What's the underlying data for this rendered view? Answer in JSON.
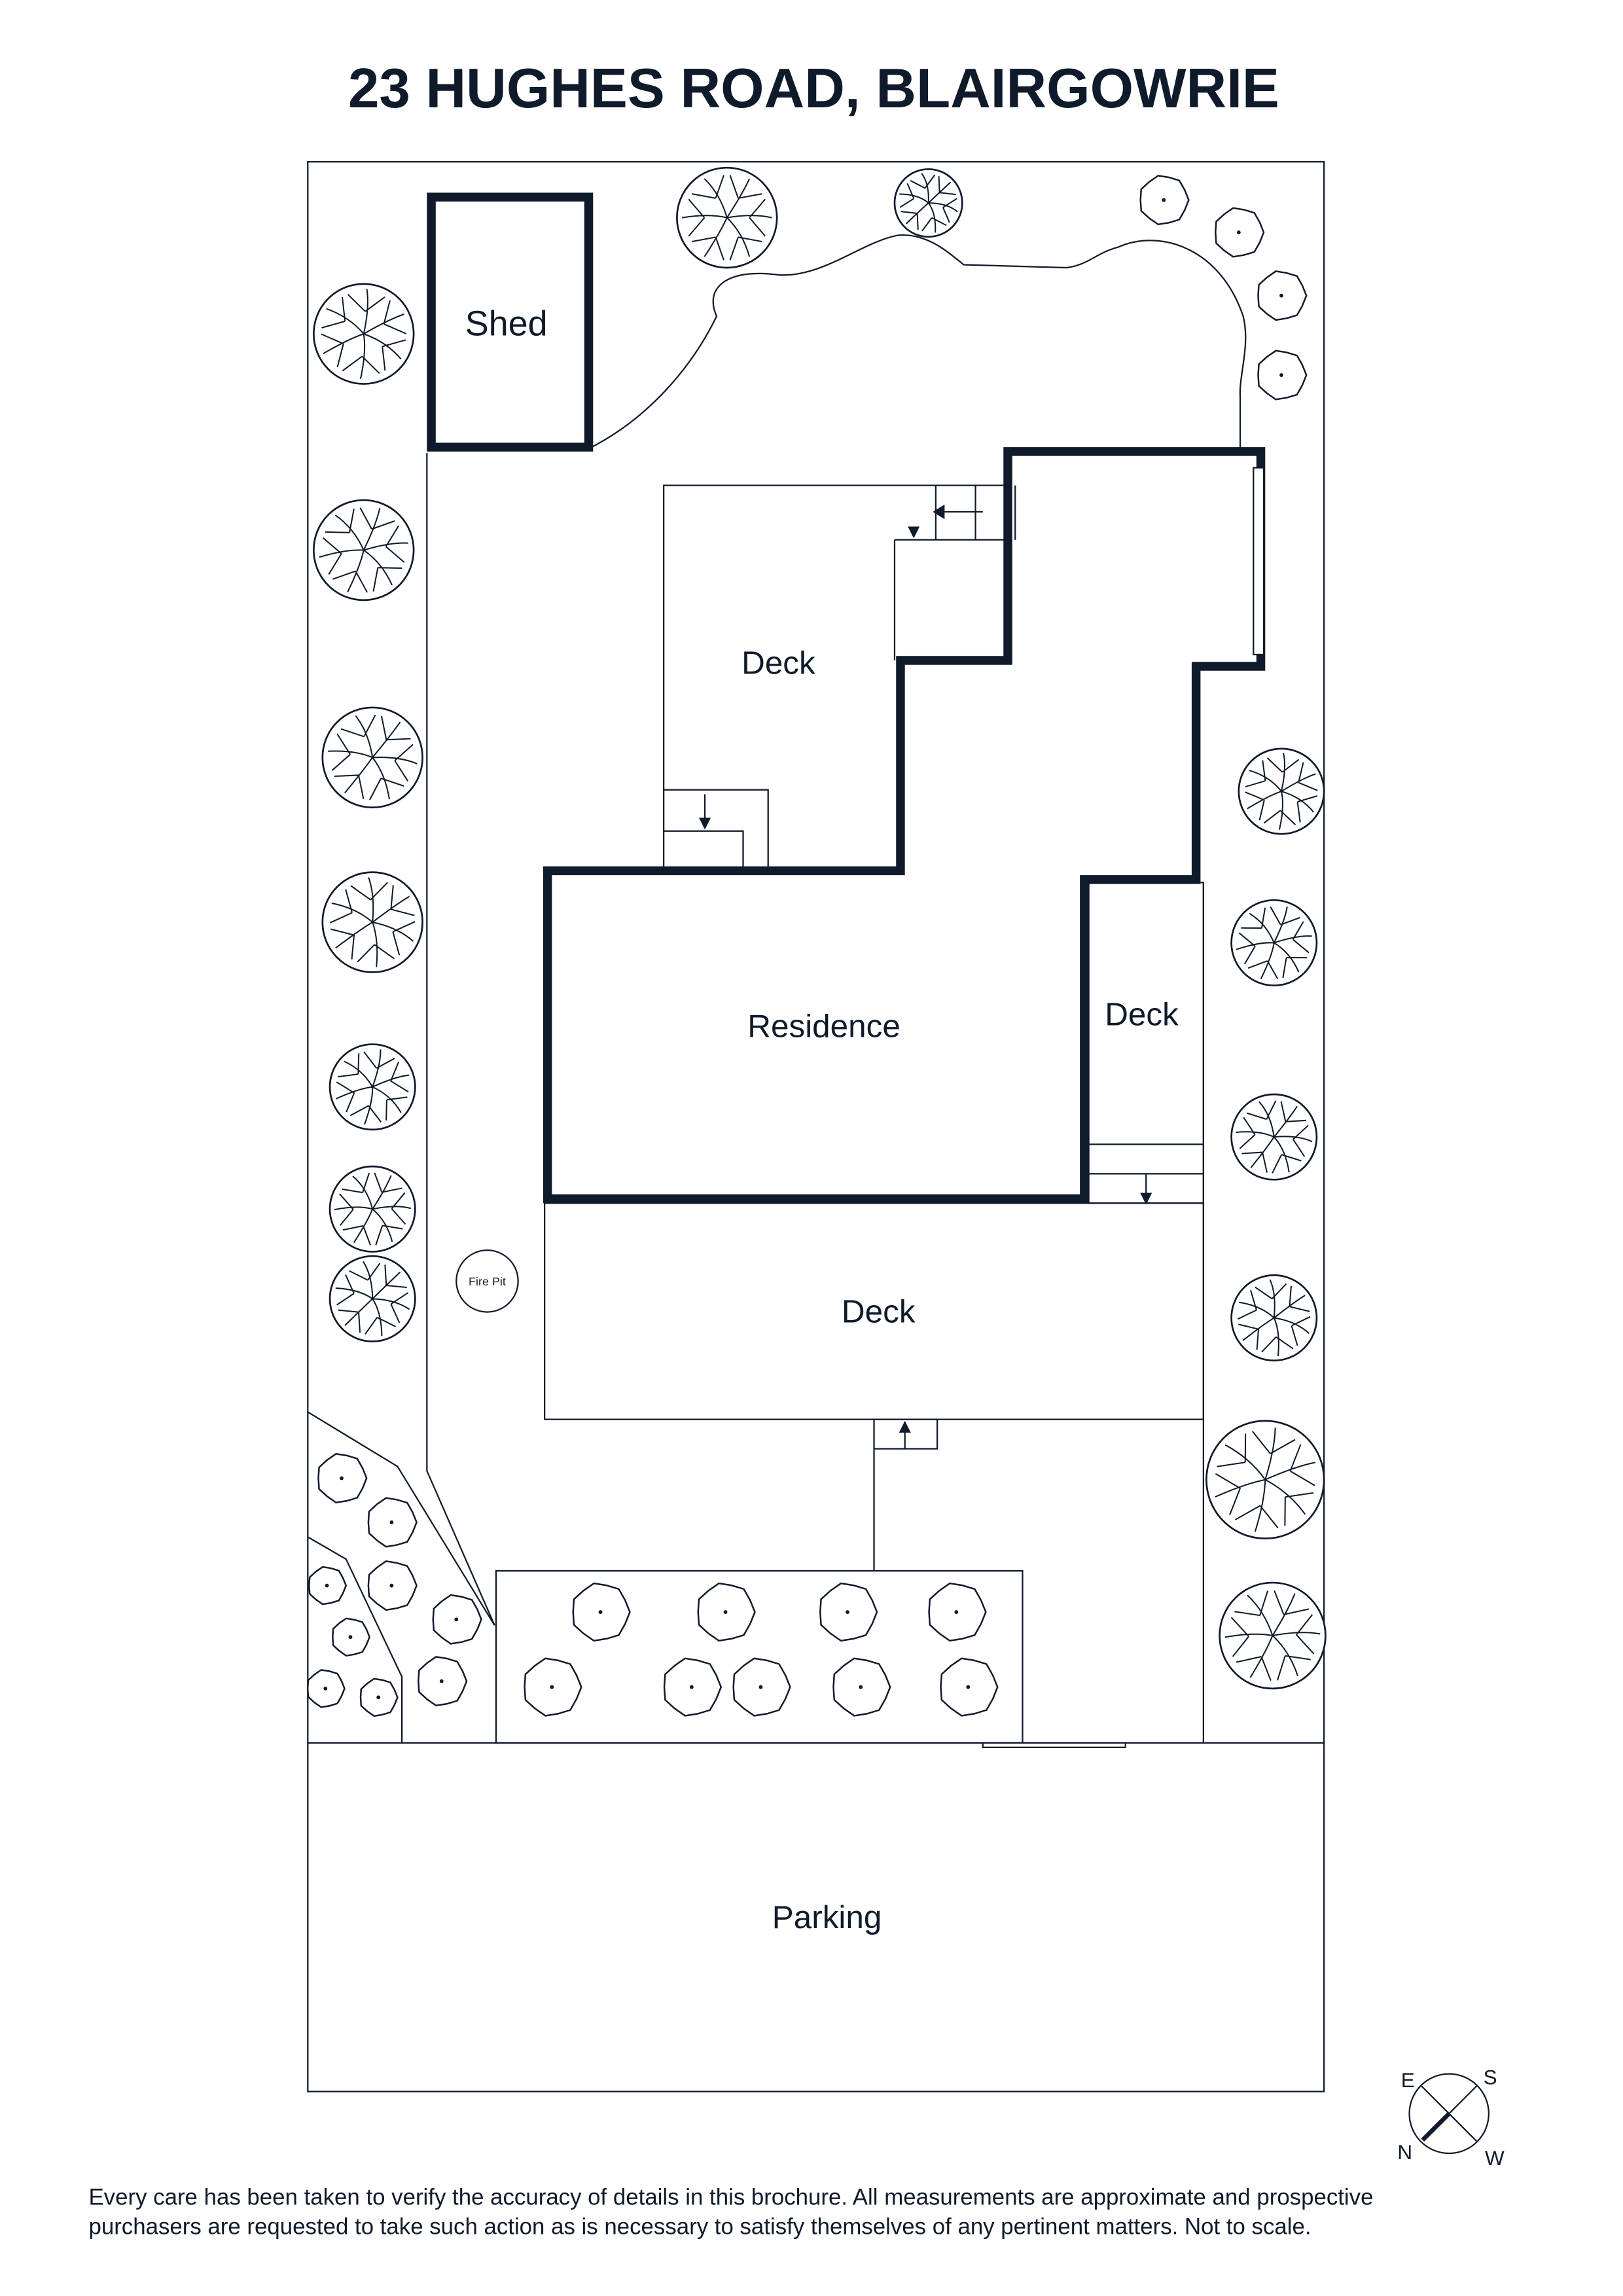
{
  "title": "23 HUGHES ROAD, BLAIRGOWRIE",
  "labels": {
    "shed": "Shed",
    "deck_upper": "Deck",
    "residence": "Residence",
    "deck_side": "Deck",
    "deck_lower": "Deck",
    "fire_pit": "Fire Pit",
    "parking": "Parking"
  },
  "compass": {
    "e": "E",
    "s": "S",
    "n": "N",
    "w": "W"
  },
  "disclaimer": {
    "line1": "Every care has been taken to verify the accuracy of details in this brochure. All measurements are approximate and prospective",
    "line2": "purchasers are requested to take such action as is necessary to satisfy themselves of any pertinent matters. Not to scale."
  },
  "colors": {
    "ink": "#0f1a2a",
    "background": "#ffffff"
  }
}
